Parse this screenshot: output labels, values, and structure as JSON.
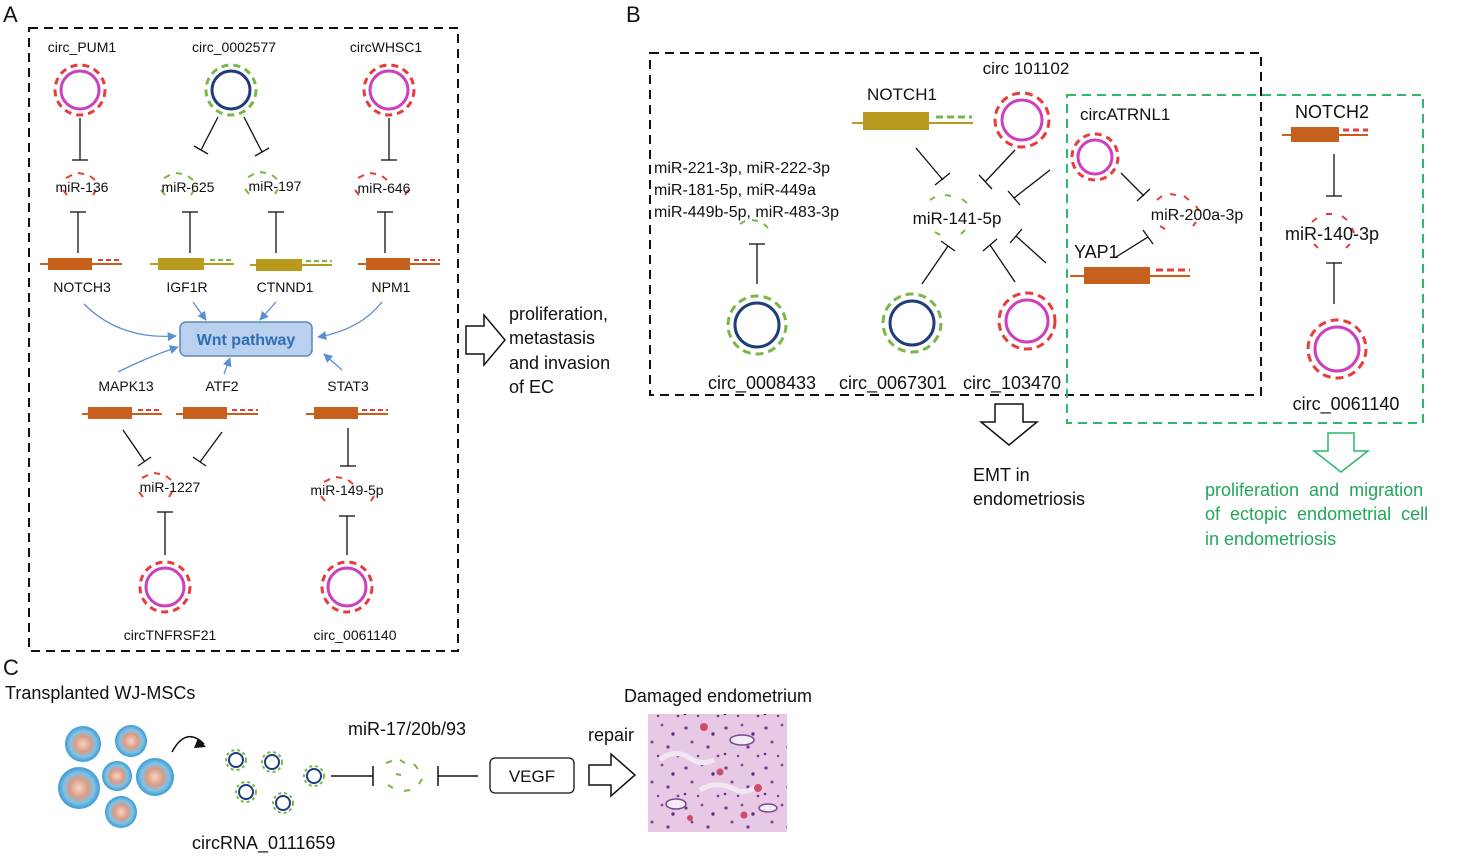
{
  "colors": {
    "black_box": "#111111",
    "green_box": "#2eb86a",
    "green_text": "#22a65a",
    "circ_magenta": "#cc3fbe",
    "circ_navy": "#1f3d7a",
    "dash_red": "#e63c3c",
    "dash_green": "#7ab648",
    "gene_orange": "#c8601d",
    "gene_olive": "#b89a1f",
    "wnt_fill": "#b9d0ee",
    "wnt_stroke": "#5b86c0",
    "wnt_text": "#2f6db5",
    "arrow_blue": "#5b8fd0"
  },
  "panel_a": {
    "letter": "A",
    "circ_top": [
      "circ_PUM1",
      "circ_0002577",
      "circWHSC1"
    ],
    "mirna_top": [
      "miR-136",
      "miR-625",
      "miR-197",
      "miR-646"
    ],
    "genes_top": [
      "NOTCH3",
      "IGF1R",
      "CTNND1",
      "NPM1"
    ],
    "pathway": "Wnt pathway",
    "genes_bottom": [
      "MAPK13",
      "ATF2",
      "STAT3"
    ],
    "mirna_bottom": [
      "miR-1227",
      "miR-149-5p"
    ],
    "circ_bottom": [
      "circTNFRSF21",
      "circ_0061140"
    ],
    "outcome": [
      "proliferation,",
      "metastasis",
      "and invasion",
      "of EC"
    ]
  },
  "panel_b": {
    "letter": "B",
    "gene_notch1": "NOTCH1",
    "circ_101102": "circ  101102",
    "mirna_list": [
      "miR-221-3p, miR-222-3p",
      "miR-181-5p, miR-449a",
      "miR-449b-5p, miR-483-3p"
    ],
    "mirna_141": "miR-141-5p",
    "circ_atrnl1": "circATRNL1",
    "mirna_200a": "miR-200a-3p",
    "gene_yap1": "YAP1",
    "gene_notch2": "NOTCH2",
    "mirna_140": "miR-140-3p",
    "circ_0061140": "circ_0061140",
    "circ_0008433": "circ_0008433",
    "circ_0067301": "circ_0067301",
    "circ_103470": "circ_103470",
    "outcome_emt": [
      "EMT in",
      "endometriosis"
    ],
    "outcome_green": [
      "proliferation  and  migration",
      "of  ectopic  endometrial  cell",
      "in endometriosis"
    ]
  },
  "panel_c": {
    "letter": "C",
    "title_cells": "Transplanted WJ-MSCs",
    "circ_name": "circRNA_0111659",
    "mirna": "miR-17/20b/93",
    "gene": "VEGF",
    "action": "repair",
    "title_tissue": "Damaged endometrium"
  }
}
